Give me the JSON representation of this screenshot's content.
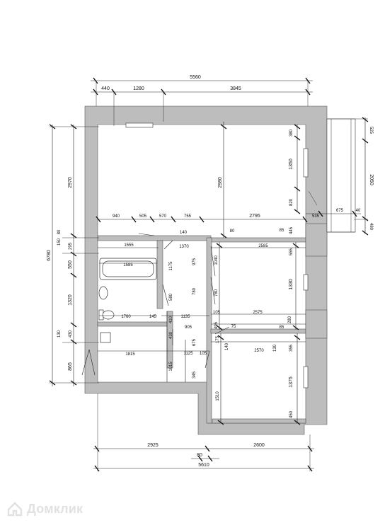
{
  "watermark": {
    "text": "Домклик"
  },
  "dimensions": {
    "top_overall": "5560",
    "top_seg_1": "440",
    "top_seg_2": "1280",
    "top_seg_3": "3845",
    "bottom_overall": "5610",
    "bottom_seg_1": "2925",
    "bottom_seg_2": "2600",
    "bottom_seg_mid": "80",
    "left_overall": "6780",
    "left_1": "2970",
    "left_2": "150",
    "left_3": "80",
    "left_4": "295",
    "left_5": "550",
    "left_6": "1320",
    "left_7": "130",
    "left_8": "430",
    "left_9": "865",
    "right_1": "525",
    "right_2": "2050",
    "right_3": "480",
    "right_4": "675",
    "right_5": "40",
    "right_6": "535",
    "row1_940": "940",
    "row1_505": "505",
    "row1_570": "570",
    "row1_755": "755",
    "row1_2795": "2795",
    "kitchen_h": "2980",
    "win1_380": "380",
    "win1_1350": "1350",
    "win1_820": "820",
    "c_1555": "1555",
    "c_1585": "1585",
    "c_1175": "1175",
    "c_1760": "1760",
    "c_145": "145",
    "c_1815": "1815",
    "c_1135": "1135",
    "c_905": "905",
    "c_1125": "1125",
    "c_975": "975",
    "c_580": "580",
    "c_410": "410",
    "c_430b": "430",
    "c_675": "675",
    "c_105": "105",
    "c_1015": "1015",
    "c_345": "345",
    "c_140": "140",
    "c_1370": "1370",
    "c_80a": "80",
    "c_85a": "85",
    "c_445": "445",
    "r2_2585": "2585",
    "r2_1040": "1040",
    "r2_780a": "780",
    "r2_780b": "780",
    "r2_555": "555",
    "r2_1330": "1330",
    "r2_2575": "2575",
    "r2_105": "105",
    "r2_495": "495",
    "r2_75": "75",
    "r2_85": "85",
    "r2_280": "280",
    "r2_175": "175",
    "r2_140": "140",
    "r3_2570": "2570",
    "r3_130": "130",
    "r3_355": "355",
    "r3_1375": "1375",
    "r3_1510": "1510",
    "r3_450": "450"
  }
}
